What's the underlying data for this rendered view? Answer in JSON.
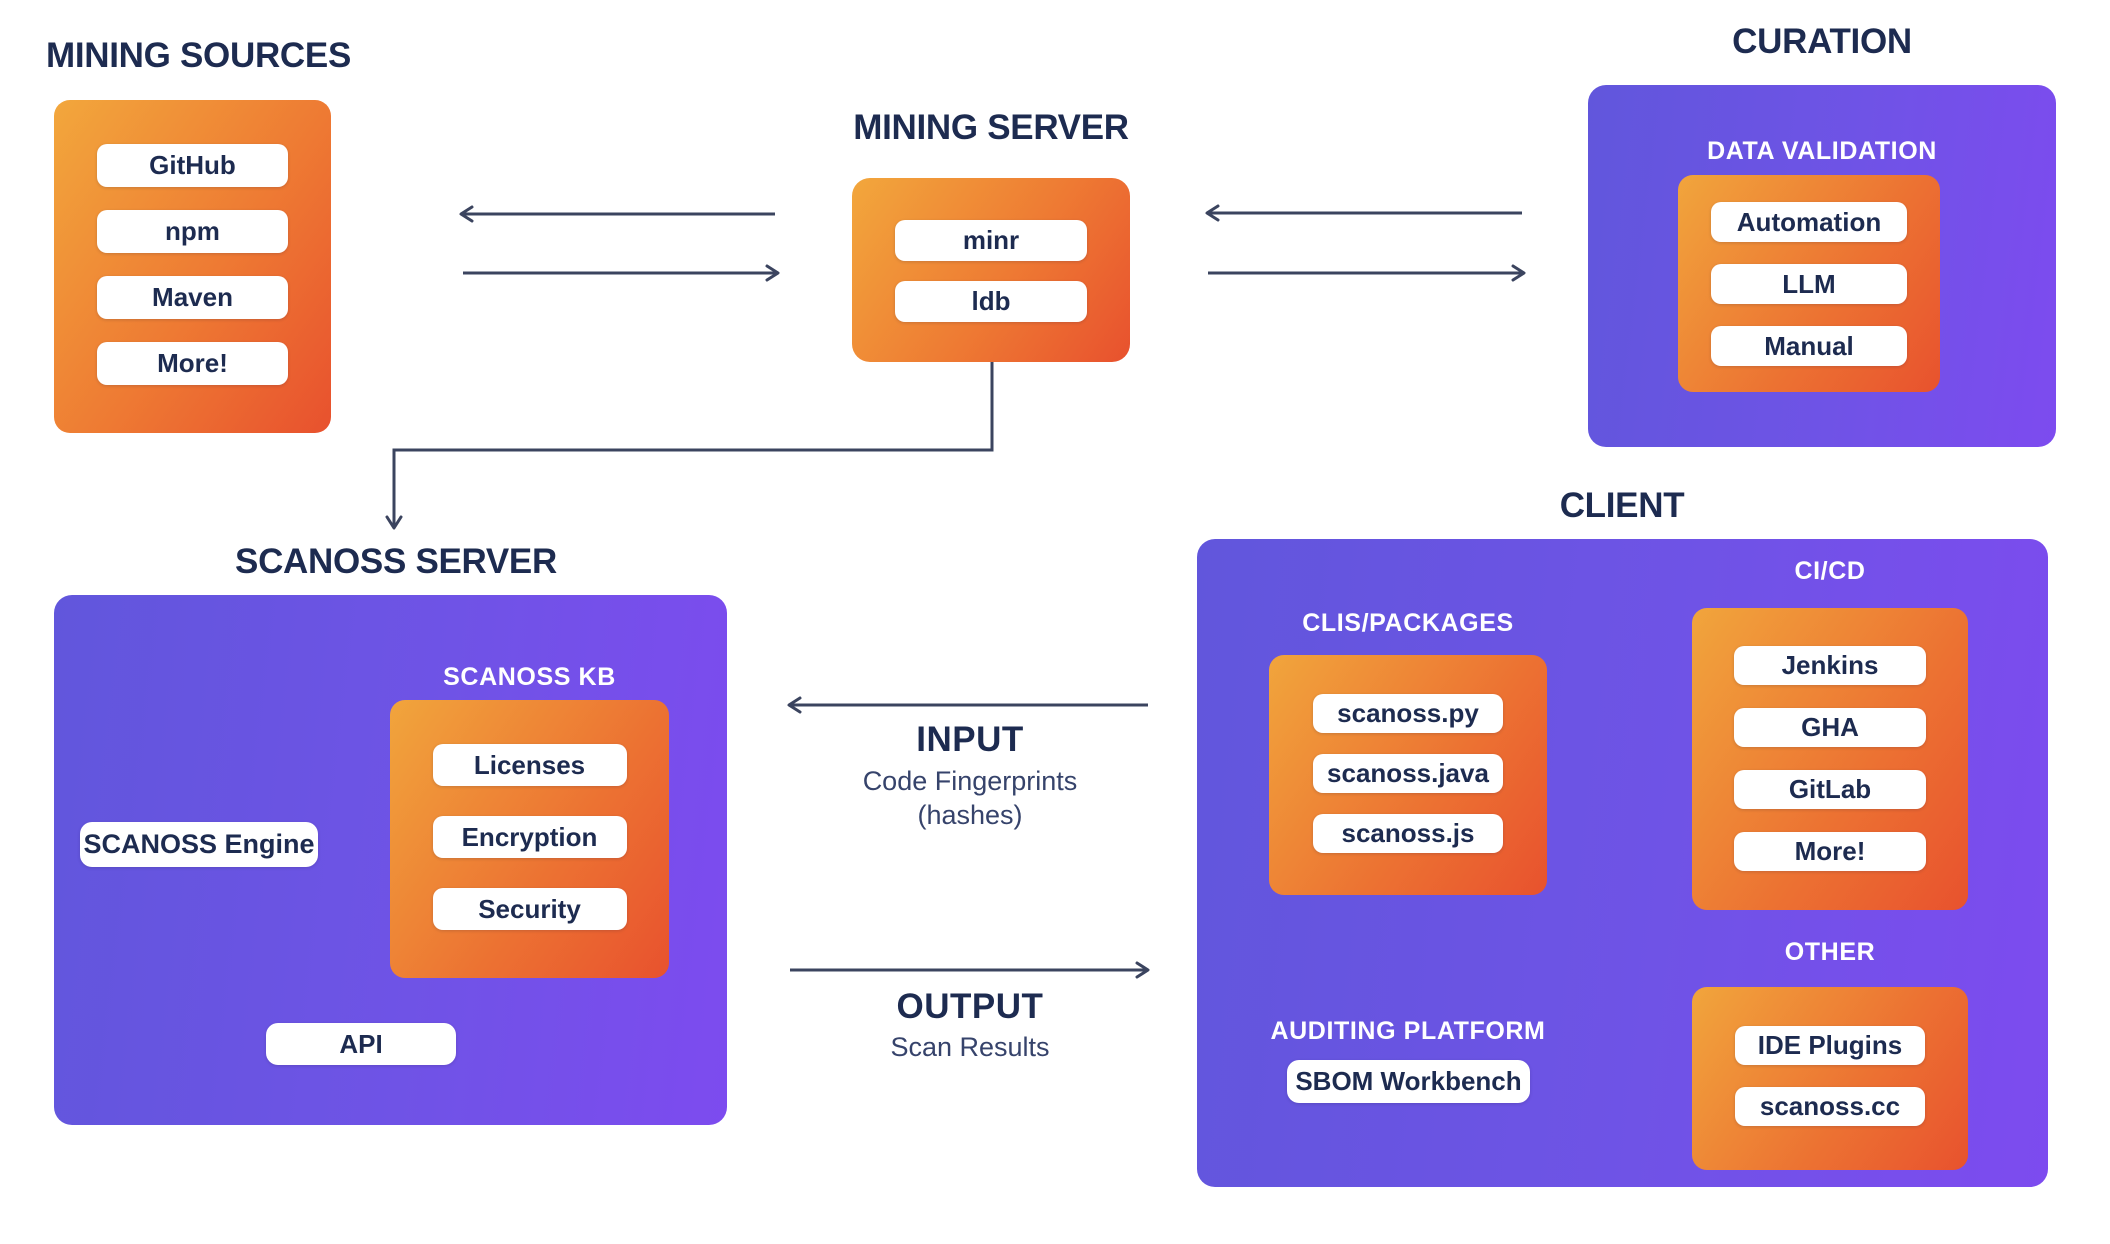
{
  "palette": {
    "orange_start": "#f2a73c",
    "orange_end": "#e8512e",
    "purple_start": "#6156dc",
    "purple_end": "#7d4bef",
    "title_navy": "#1d2b50",
    "arrow_dark": "#3b445f",
    "arrow_light": "#f1eefb",
    "pill_bg": "#ffffff"
  },
  "mining_sources": {
    "title": "MINING SOURCES",
    "items": [
      "GitHub",
      "npm",
      "Maven",
      "More!"
    ]
  },
  "mining_server": {
    "title": "MINING SERVER",
    "items": [
      "minr",
      "ldb"
    ]
  },
  "curation": {
    "title": "CURATION",
    "sub_label": "DATA VALIDATION",
    "items": [
      "Automation",
      "LLM",
      "Manual"
    ]
  },
  "scanoss_server": {
    "title": "SCANOSS SERVER",
    "kb_label": "SCANOSS KB",
    "kb_items": [
      "Licenses",
      "Encryption",
      "Security"
    ],
    "engine_label": "SCANOSS Engine",
    "api_label": "API"
  },
  "client": {
    "title": "CLIENT",
    "clis_label": "CLIS/PACKAGES",
    "clis_items": [
      "scanoss.py",
      "scanoss.java",
      "scanoss.js"
    ],
    "cicd_label": "CI/CD",
    "cicd_items": [
      "Jenkins",
      "GHA",
      "GitLab",
      "More!"
    ],
    "other_label": "OTHER",
    "other_items": [
      "IDE Plugins",
      "scanoss.cc"
    ],
    "auditing_label": "AUDITING PLATFORM",
    "auditing_item": "SBOM Workbench"
  },
  "flows": {
    "input_title": "INPUT",
    "input_sub1": "Code Fingerprints",
    "input_sub2": "(hashes)",
    "output_title": "OUTPUT",
    "output_sub": "Scan Results"
  }
}
